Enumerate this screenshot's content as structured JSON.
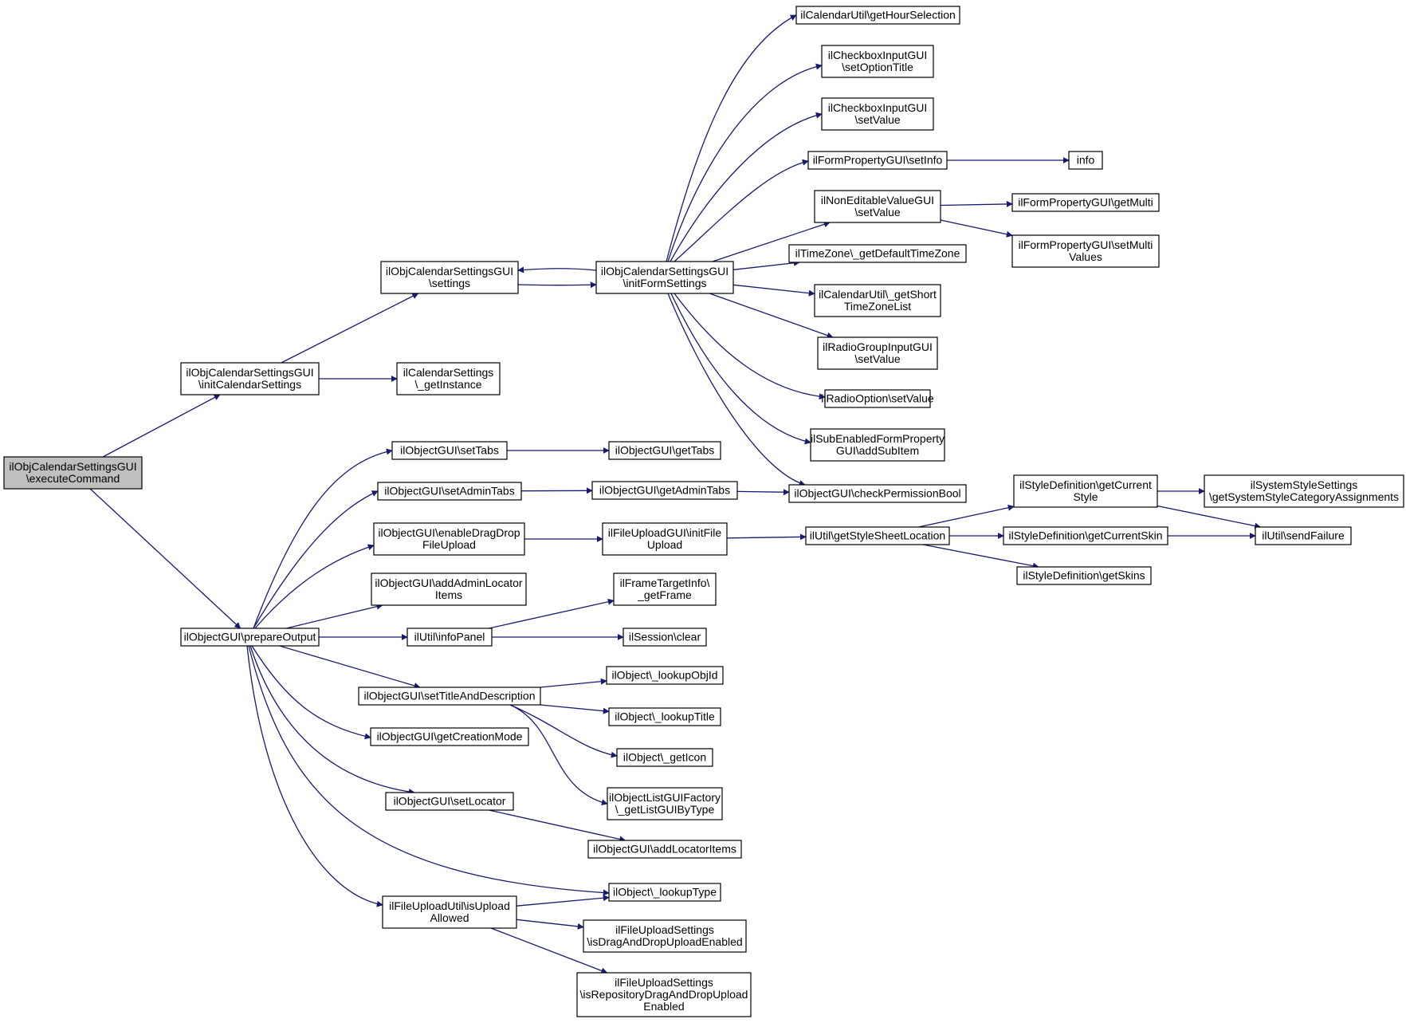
{
  "colors": {
    "edge": "#191970",
    "node_border": "#000000",
    "node_fill": "#ffffff",
    "root_fill": "#bfbfbf",
    "background": "#ffffff"
  },
  "nodes": [
    {
      "id": "executeCommand",
      "lines": [
        "ilObjCalendarSettingsGUI",
        "\\executeCommand"
      ],
      "root": true
    },
    {
      "id": "initCalendarSettings",
      "lines": [
        "ilObjCalendarSettingsGUI",
        "\\initCalendarSettings"
      ]
    },
    {
      "id": "prepareOutput",
      "lines": [
        "ilObjectGUI\\prepareOutput"
      ]
    },
    {
      "id": "settings",
      "lines": [
        "ilObjCalendarSettingsGUI",
        "\\settings"
      ]
    },
    {
      "id": "getInstance",
      "lines": [
        "ilCalendarSettings",
        "\\_getInstance"
      ]
    },
    {
      "id": "initFormSettings",
      "lines": [
        "ilObjCalendarSettingsGUI",
        "\\initFormSettings"
      ]
    },
    {
      "id": "getHourSelection",
      "lines": [
        "ilCalendarUtil\\getHourSelection"
      ]
    },
    {
      "id": "setOptionTitle",
      "lines": [
        "ilCheckboxInputGUI",
        "\\setOptionTitle"
      ]
    },
    {
      "id": "cbSetValue",
      "lines": [
        "ilCheckboxInputGUI",
        "\\setValue"
      ]
    },
    {
      "id": "setInfo",
      "lines": [
        "ilFormPropertyGUI\\setInfo"
      ]
    },
    {
      "id": "info",
      "lines": [
        "info"
      ]
    },
    {
      "id": "nevSetValue",
      "lines": [
        "ilNonEditableValueGUI",
        "\\setValue"
      ]
    },
    {
      "id": "getMulti",
      "lines": [
        "ilFormPropertyGUI\\getMulti"
      ]
    },
    {
      "id": "setMultiValues",
      "lines": [
        "ilFormPropertyGUI\\setMulti",
        "Values"
      ]
    },
    {
      "id": "getDefaultTimeZone",
      "lines": [
        "ilTimeZone\\_getDefaultTimeZone"
      ]
    },
    {
      "id": "getShortTimeZoneList",
      "lines": [
        "ilCalendarUtil\\_getShort",
        "TimeZoneList"
      ]
    },
    {
      "id": "rgSetValue",
      "lines": [
        "ilRadioGroupInputGUI",
        "\\setValue"
      ]
    },
    {
      "id": "roSetValue",
      "lines": [
        "ilRadioOption\\setValue"
      ]
    },
    {
      "id": "addSubItem",
      "lines": [
        "ilSubEnabledFormProperty",
        "GUI\\addSubItem"
      ]
    },
    {
      "id": "setTabs",
      "lines": [
        "ilObjectGUI\\setTabs"
      ]
    },
    {
      "id": "getTabs",
      "lines": [
        "ilObjectGUI\\getTabs"
      ]
    },
    {
      "id": "setAdminTabs",
      "lines": [
        "ilObjectGUI\\setAdminTabs"
      ]
    },
    {
      "id": "getAdminTabs",
      "lines": [
        "ilObjectGUI\\getAdminTabs"
      ]
    },
    {
      "id": "checkPermissionBool",
      "lines": [
        "ilObjectGUI\\checkPermissionBool"
      ]
    },
    {
      "id": "enableDragDrop",
      "lines": [
        "ilObjectGUI\\enableDragDrop",
        "FileUpload"
      ]
    },
    {
      "id": "initFileUpload",
      "lines": [
        "ilFileUploadGUI\\initFile",
        "Upload"
      ]
    },
    {
      "id": "getStyleSheetLocation",
      "lines": [
        "ilUtil\\getStyleSheetLocation"
      ]
    },
    {
      "id": "getCurrentStyle",
      "lines": [
        "ilStyleDefinition\\getCurrent",
        "Style"
      ]
    },
    {
      "id": "getSystemStyleCat",
      "lines": [
        "ilSystemStyleSettings",
        "\\getSystemStyleCategoryAssignments"
      ]
    },
    {
      "id": "getCurrentSkin",
      "lines": [
        "ilStyleDefinition\\getCurrentSkin"
      ]
    },
    {
      "id": "sendFailure",
      "lines": [
        "ilUtil\\sendFailure"
      ]
    },
    {
      "id": "getSkins",
      "lines": [
        "ilStyleDefinition\\getSkins"
      ]
    },
    {
      "id": "addAdminLocatorItems",
      "lines": [
        "ilObjectGUI\\addAdminLocator",
        "Items"
      ]
    },
    {
      "id": "getFrame",
      "lines": [
        "ilFrameTargetInfo\\",
        "_getFrame"
      ]
    },
    {
      "id": "infoPanel",
      "lines": [
        "ilUtil\\infoPanel"
      ]
    },
    {
      "id": "sessionClear",
      "lines": [
        "ilSession\\clear"
      ]
    },
    {
      "id": "setTitleAndDescription",
      "lines": [
        "ilObjectGUI\\setTitleAndDescription"
      ]
    },
    {
      "id": "lookupObjId",
      "lines": [
        "ilObject\\_lookupObjId"
      ]
    },
    {
      "id": "lookupTitle",
      "lines": [
        "ilObject\\_lookupTitle"
      ]
    },
    {
      "id": "getIcon",
      "lines": [
        "ilObject\\_getIcon"
      ]
    },
    {
      "id": "getListGUIByType",
      "lines": [
        "ilObjectListGUIFactory",
        "\\_getListGUIByType"
      ]
    },
    {
      "id": "getCreationMode",
      "lines": [
        "ilObjectGUI\\getCreationMode"
      ]
    },
    {
      "id": "setLocator",
      "lines": [
        "ilObjectGUI\\setLocator"
      ]
    },
    {
      "id": "addLocatorItems",
      "lines": [
        "ilObjectGUI\\addLocatorItems"
      ]
    },
    {
      "id": "lookupType",
      "lines": [
        "ilObject\\_lookupType"
      ]
    },
    {
      "id": "isUploadAllowed",
      "lines": [
        "ilFileUploadUtil\\isUpload",
        "Allowed"
      ]
    },
    {
      "id": "isDragAndDropUploadEnabled",
      "lines": [
        "ilFileUploadSettings",
        "\\isDragAndDropUploadEnabled"
      ]
    },
    {
      "id": "isRepositoryDragAndDrop",
      "lines": [
        "ilFileUploadSettings",
        "\\isRepositoryDragAndDropUpload",
        "Enabled"
      ]
    }
  ]
}
